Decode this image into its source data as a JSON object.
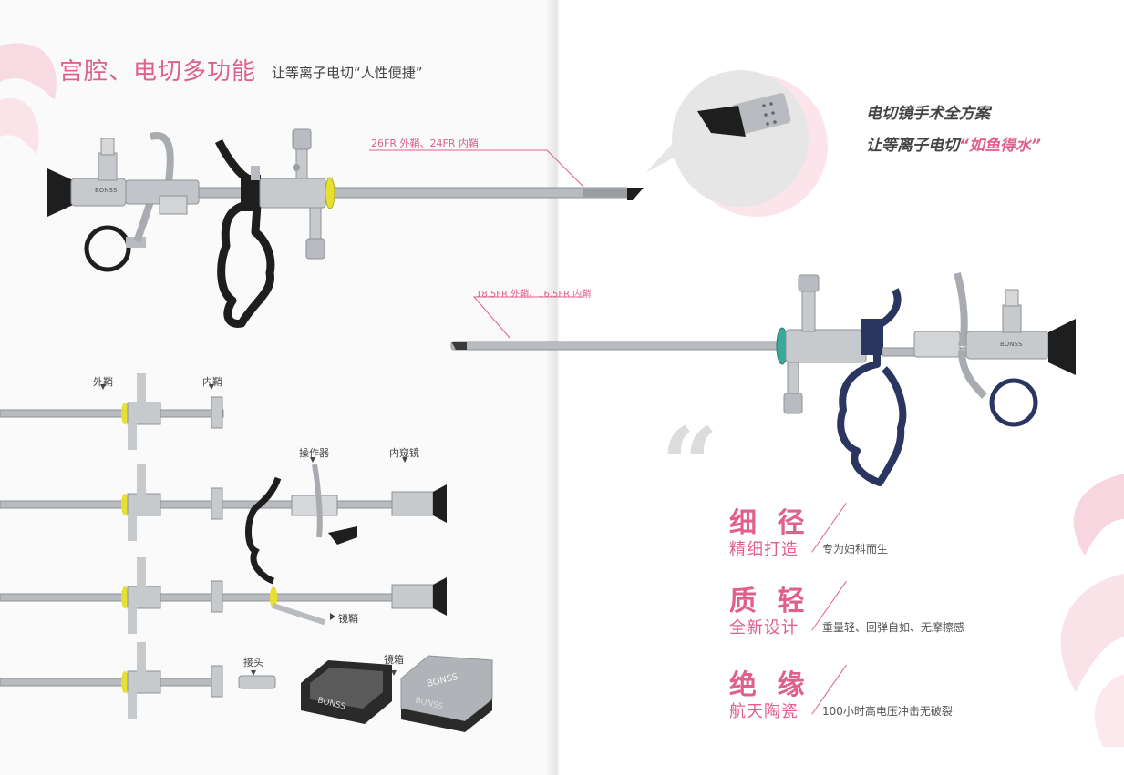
{
  "header": {
    "title": "宫腔、电切多功能",
    "subtitle": "让等离子电切“人性便捷”"
  },
  "specs": {
    "large_scope": "26FR 外鞘、24FR 内鞘",
    "small_scope": "18.5FR 外鞘、16.5FR 内鞘"
  },
  "components": {
    "outer_sheath": "外鞘",
    "inner_sheath": "内鞘",
    "operator": "操作器",
    "endoscope": "内窥镜",
    "scope_sheath": "镜鞘",
    "connector": "接头",
    "scope_box": "镜箱"
  },
  "brand": "BONSS",
  "caption": {
    "line1": "电切镜手术全方案",
    "line2_prefix": "让等离子电切",
    "line2_highlight": "“如鱼得水”"
  },
  "features": [
    {
      "title": "细 径",
      "subtitle": "精细打造",
      "desc": "专为妇科而生"
    },
    {
      "title": "质 轻",
      "subtitle": "全新设计",
      "desc": "重量轻、回弹自如、无摩擦感"
    },
    {
      "title": "绝 缘",
      "subtitle": "航天陶瓷",
      "desc": "100小时高电压冲击无破裂"
    }
  ],
  "colors": {
    "accent": "#e0608a",
    "text": "#444444",
    "metal": "#b8bcc0",
    "handle_black": "#1e1e1e",
    "handle_blue": "#2a3560",
    "ring_yellow": "#e8e030",
    "ring_teal": "#3aa99a"
  }
}
